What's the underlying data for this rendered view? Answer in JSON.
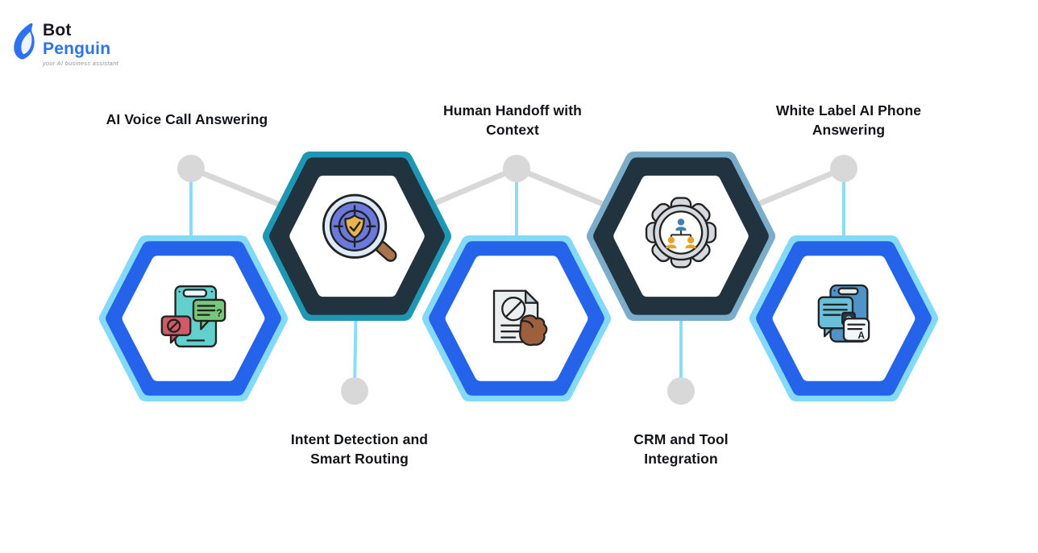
{
  "logo": {
    "brand_top": "Bot",
    "brand_bottom": "Penguin",
    "tagline": "your AI business assistant",
    "icon": "penguin-icon",
    "colors": {
      "bot_text": "#17191C",
      "penguin_text": "#2D72F2",
      "penguin_mark": "#2D72F2"
    }
  },
  "features": [
    {
      "label": "AI Voice Call Answering",
      "icon": "phone-chat-blocked-icon",
      "hex_style": "blue",
      "label_position": "top"
    },
    {
      "label": "Intent Detection and\nSmart Routing",
      "icon": "magnifier-shield-target-icon",
      "hex_style": "dark-teal",
      "label_position": "bottom"
    },
    {
      "label": "Human Handoff with\nContext",
      "icon": "hand-holding-document-icon",
      "hex_style": "blue",
      "label_position": "top"
    },
    {
      "label": "CRM and Tool\nIntegration",
      "icon": "gear-team-icon",
      "hex_style": "dark-steel",
      "label_position": "bottom"
    },
    {
      "label": "White Label AI Phone\nAnswering",
      "icon": "qa-phone-documents-icon",
      "hex_style": "blue",
      "label_position": "top"
    }
  ],
  "palette": {
    "hex_outer_light_blue": "#83DAF8",
    "hex_ring_blue": "#2563EB",
    "hex_outer_teal": "#1E97B5",
    "hex_outer_steel": "#7BADCB",
    "hex_ring_dark": "#20333F",
    "hex_inner": "#FFFFFF",
    "connector_gray": "#D8D8D8",
    "connector_cyan": "#8BDCF6",
    "label_text": "#121418"
  }
}
